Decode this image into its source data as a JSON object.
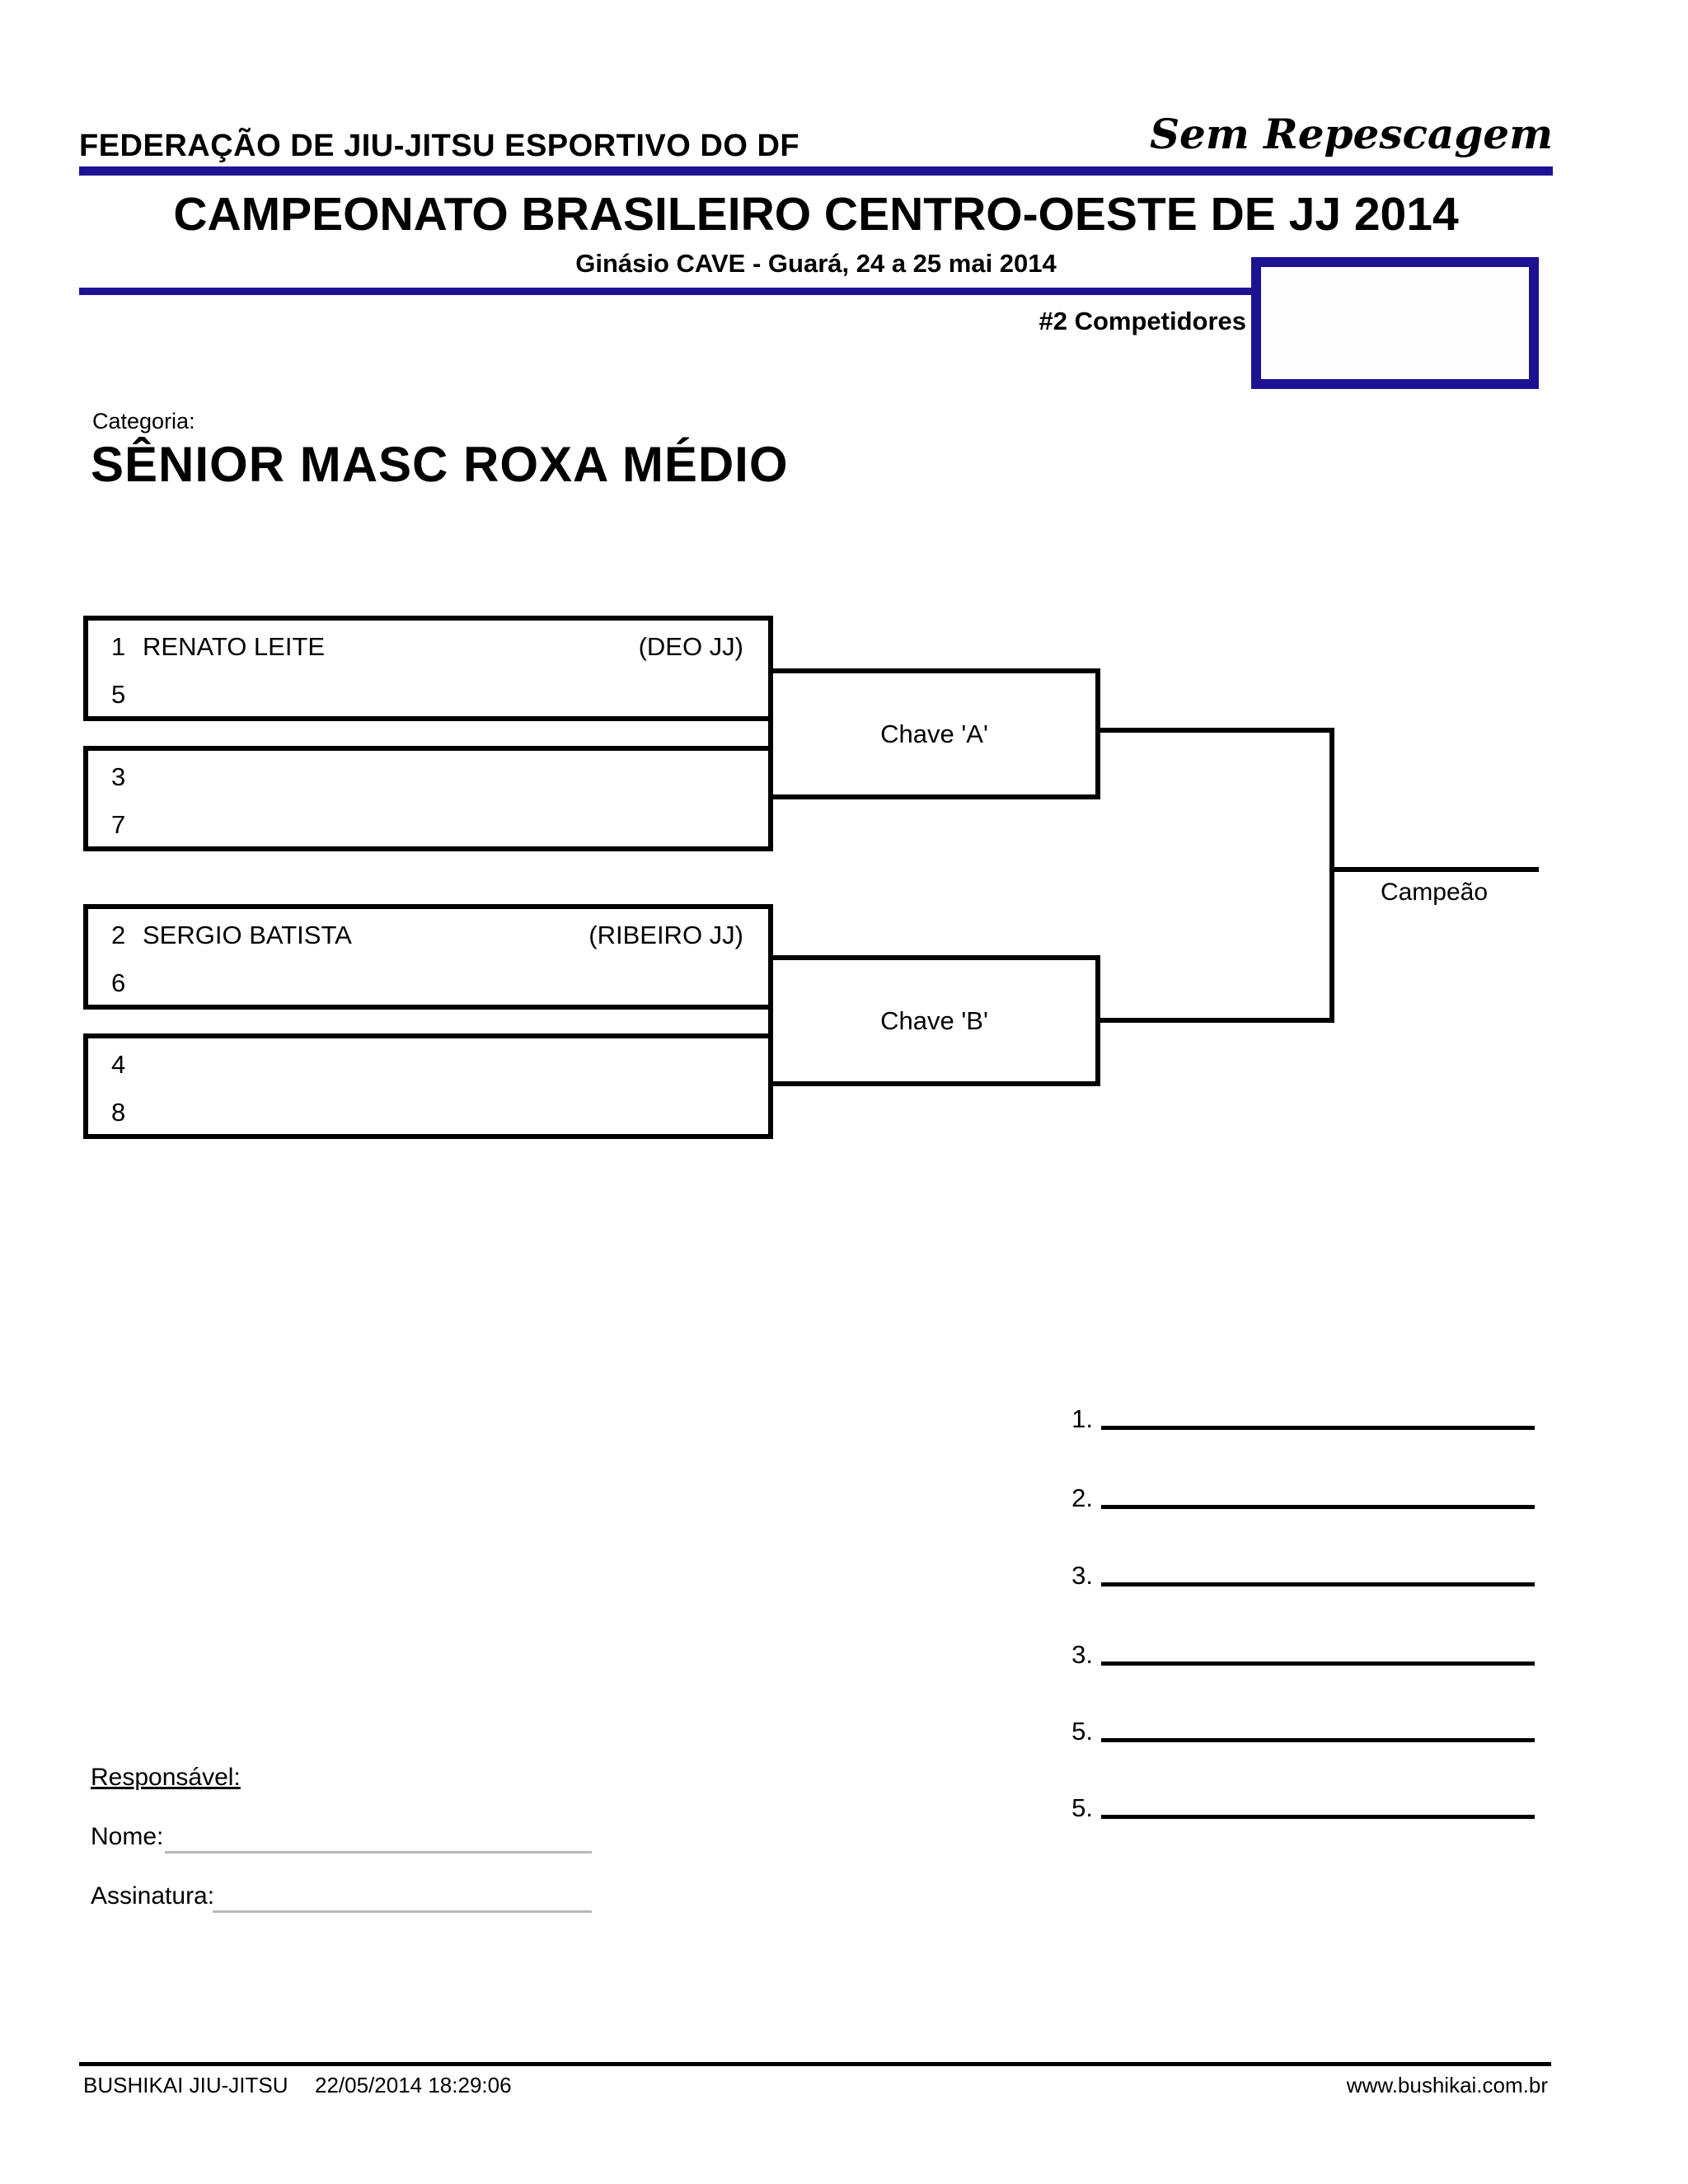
{
  "header": {
    "federation": "FEDERAÇÃO DE JIU-JITSU ESPORTIVO DO DF",
    "note": "Sem Repescagem",
    "title": "CAMPEONATO BRASILEIRO CENTRO-OESTE DE JJ 2014",
    "subtitle": "Ginásio CAVE - Guará, 24 a 25 mai 2014",
    "competitors_count": "#2 Competidores"
  },
  "category": {
    "label": "Categoria:",
    "name": "SÊNIOR MASC ROXA MÉDIO"
  },
  "bracket": {
    "rows": [
      {
        "seed": "1",
        "name": "RENATO LEITE",
        "club": "(DEO JJ)",
        "seed2": "5"
      },
      {
        "seed": "3",
        "name": "",
        "club": "",
        "seed2": "7"
      },
      {
        "seed": "2",
        "name": "SERGIO BATISTA",
        "club": "(RIBEIRO JJ)",
        "seed2": "6"
      },
      {
        "seed": "4",
        "name": "",
        "club": "",
        "seed2": "8"
      }
    ],
    "bracket_a_label": "Chave 'A'",
    "bracket_b_label": "Chave 'B'",
    "champion_label": "Campeão"
  },
  "placements": [
    "1.",
    "2.",
    "3.",
    "3.",
    "5.",
    "5."
  ],
  "signature": {
    "responsible_label": "Responsável:",
    "name_label": "Nome:",
    "signature_label": "Assinatura:"
  },
  "footer": {
    "organization": "BUSHIKAI JIU-JITSU",
    "generated_at": "22/05/2014 18:29:06",
    "website": "www.bushikai.com.br"
  },
  "colors": {
    "navy": "#1d1292",
    "black": "#000000",
    "gray_line": "#b8b8b8"
  }
}
